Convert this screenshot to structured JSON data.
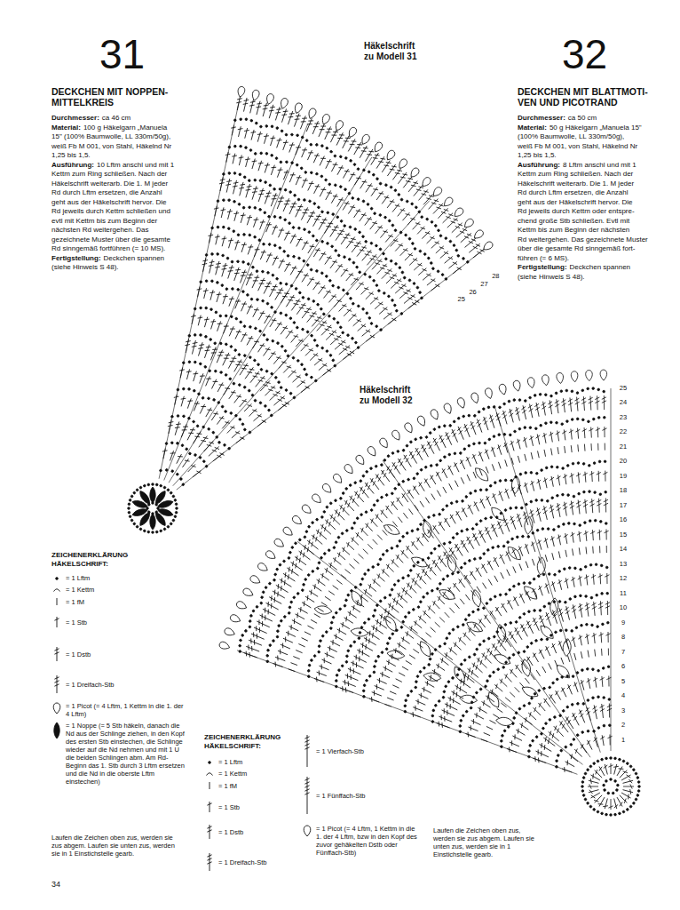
{
  "diagram": {
    "labels": [
      "31",
      "DECKCHEN MIT NOPPEN-",
      "MITTELKREIS",
      "Durchmesser:",
      "ca 46 cm",
      "Material:",
      "100 g Häkelgarn „Manuela",
      "15\" (100% Baumwolle, LL 330m/50g),",
      "weiß Fb M 001, von Stahl, Häkelnd Nr",
      "1,25 bis 1,5.",
      "Ausführung:",
      "10 Lftm anschl und mit 1",
      "Kettm zum Ring schließen. Nach der",
      "Häkelschrift weiterarb. Die 1. M jeder",
      "Rd durch Lftm ersetzen, die Anzahl",
      "geht aus der Häkelschrift hervor. Die",
      "Rd jeweils durch Kettm schließen und",
      "evtl mit Kettm bis zum Beginn der",
      "nächsten Rd weitergehen. Das",
      "gezeichnete Muster über die gesamte",
      "Rd sinngemäß fortführen (= 10 MS).",
      "Fertigstellung:",
      "Deckchen spannen",
      "(siehe Hinweis S 48).",
      "Häkelschrift",
      "zu Modell 31",
      "32",
      "DECKCHEN MIT BLATTMOTI-",
      "VEN UND PICOTRAND",
      "Durchmesser:",
      "ca 50 cm",
      "Material:",
      "50 g Häkelgarn „Manuela 15\"",
      "(100% Baumwolle, LL 330m/50g),",
      "weiß Fb M 001, von Stahl, Häkelnd Nr",
      "1,25 bis 1,5.",
      "Ausführung:",
      "8 Lftm anschl und mit 1",
      "Kettm zum Ring schließen. Nach der",
      "Häkelschrift weiterarb. Die 1. M jeder",
      "Rd durch Lftm ersetzen, die Anzahl",
      "geht aus der Häkelschrift hervor. Die",
      "Rd jeweils durch Kettm oder entspre-",
      "chend große Stb schließen. Evtl mit",
      "Kettm bis zum Beginn der nächsten",
      "Rd weitergehen. Das gezeichnete Muster",
      "über die gesamte Rd sinngemäß fort-",
      "führen (= 6 MS).",
      "Fertigstellung:",
      "Deckchen spannen",
      "(siehe Hinweis S 48).",
      "Häkelschrift",
      "zu Modell 32",
      "ZEICHENERKLÄRUNG",
      "HÄKELSCHRIFT:",
      "Laufen die Zeichen oben zus, werden sie zus abgem. Laufen sie unten zus, werden sie in 1 Einstichstelle gearb.",
      "ZEICHENERKLÄRUNG",
      "HÄKELSCHRIFT:",
      "Laufen die Zeichen oben zus, werden sie zus abgem. Laufen sie unten zus, werden sie in 1 Einstichstelle gearb.",
      "34",
      "25",
      "26",
      "27",
      "28",
      "1",
      "2",
      "3",
      "4",
      "5",
      "6",
      "7",
      "8",
      "9",
      "10",
      "11",
      "12",
      "13",
      "14",
      "15",
      "16",
      "17",
      "18",
      "19",
      "20",
      "21",
      "22",
      "23",
      "24",
      "25"
    ],
    "legend": [
      {
        "text": "= 1 Lftm"
      },
      {
        "text": "= 1 Kettm"
      },
      {
        "text": "= 1 fM"
      },
      {
        "text": "= 1 Stb"
      },
      {
        "text": "= 1 Dstb"
      },
      {
        "text": "= 1 Dreifach-Stb"
      },
      {
        "text": "= 1 Picot (= 4 Lftm, 1 Kettm in die 1. der 4 Lftm)"
      },
      {
        "text": "= 1 Noppe (= 5 Stb häkeln, danach die Nd aus der Schlinge ziehen, in den Kopf des ersten Stb einstechen, die Schlinge wieder auf die Nd nehmen und mit 1 U die beiden Schlingen abm. Am Rd-Beginn das 1. Stb durch 3 Lftm ersetzen und die Nd in die oberste Lftm einstechen)"
      },
      {
        "text": "= 1 Lftm"
      },
      {
        "text": "= 1 Kettm"
      },
      {
        "text": "= 1 fM"
      },
      {
        "text": "= 1 Stb"
      },
      {
        "text": "= 1 Dstb"
      },
      {
        "text": "= 1 Dreifach-Stb"
      },
      {
        "text": "= 1 Vierfach-Stb"
      },
      {
        "text": "= 1 Fünffach-Stb"
      },
      {
        "text": "= 1 Picot (= 4 Lftm, 1 Kettm in die 1. der 4 Lftm, bzw in den Kopf des zuvor gehäkelten Dstb oder Fünffach-Stb)"
      }
    ]
  }
}
